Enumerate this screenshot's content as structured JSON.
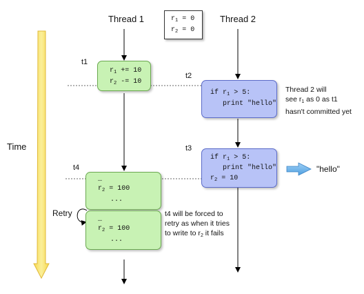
{
  "headers": {
    "thread1": "Thread 1",
    "thread2": "Thread 2"
  },
  "initial_vars": [
    {
      "var": "r",
      "sub": "1",
      "op": " = 0"
    },
    {
      "var": "r",
      "sub": "2",
      "op": " = 0"
    }
  ],
  "time_label": "Time",
  "time_labels": {
    "t1": "t1",
    "t2": "t2",
    "t3": "t3",
    "t4": "t4"
  },
  "t1_box": [
    {
      "pre": "r",
      "sub": "1",
      "post": " += 10"
    },
    {
      "pre": "r",
      "sub": "2",
      "post": " -= 10"
    }
  ],
  "t2_box": [
    {
      "pre": "if r",
      "sub": "1",
      "post": " > 5:"
    },
    {
      "pre": "   print \"hello\"",
      "sub": "",
      "post": ""
    }
  ],
  "t3_box": [
    {
      "pre": "if r",
      "sub": "1",
      "post": " > 5:"
    },
    {
      "pre": "   print \"hello\"",
      "sub": "",
      "post": ""
    },
    {
      "pre": "r",
      "sub": "2",
      "post": " = 10"
    }
  ],
  "t4_box_a": [
    {
      "pre": "…",
      "sub": "",
      "post": ""
    },
    {
      "pre": "r",
      "sub": "2",
      "post": " = 100"
    },
    {
      "pre": "   ...",
      "sub": "",
      "post": ""
    }
  ],
  "t4_box_b": [
    {
      "pre": "…",
      "sub": "",
      "post": ""
    },
    {
      "pre": "r",
      "sub": "2",
      "post": " = 100"
    },
    {
      "pre": "   ...",
      "sub": "",
      "post": ""
    }
  ],
  "note_t2": {
    "line1": "Thread 2 will",
    "line2_pre": "see r",
    "line2_sub": "1",
    "line2_post": " as 0 as t1",
    "line3": "hasn't committed yet"
  },
  "note_t4": {
    "line1": "t4 will be forced to",
    "line2": "retry as when it tries",
    "line3_pre": "to write to r",
    "line3_sub": "2",
    "line3_post": " it fails"
  },
  "retry_label": "Retry",
  "output_label": "\"hello\"",
  "colors": {
    "green_box": "#c8f2b4",
    "blue_box": "#b8c3f7",
    "time_arrow": "#f7e06a",
    "output_arrow": "#6aaee8"
  }
}
